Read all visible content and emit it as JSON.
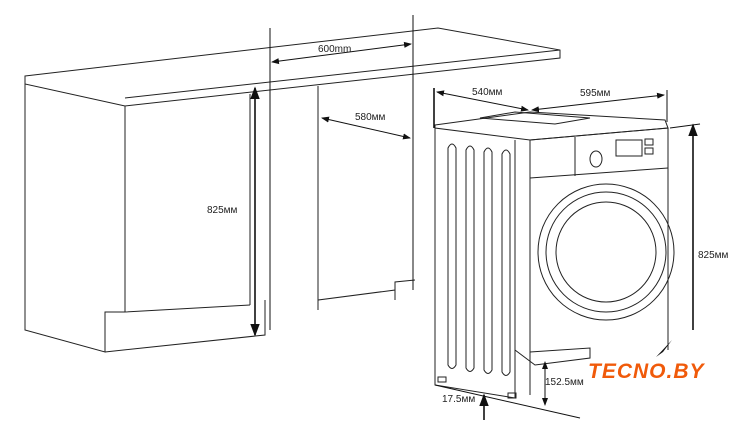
{
  "dimensions": {
    "niche_width": "600mm",
    "niche_depth": "580мм",
    "niche_height": "825мм",
    "machine_depth": "540мм",
    "machine_width": "595мм",
    "machine_height": "825мм",
    "bottom_clearance": "152.5мм",
    "foot_height": "17.5мм"
  },
  "logo": {
    "text": "TECNO.BY",
    "color": "#f05a0a"
  }
}
